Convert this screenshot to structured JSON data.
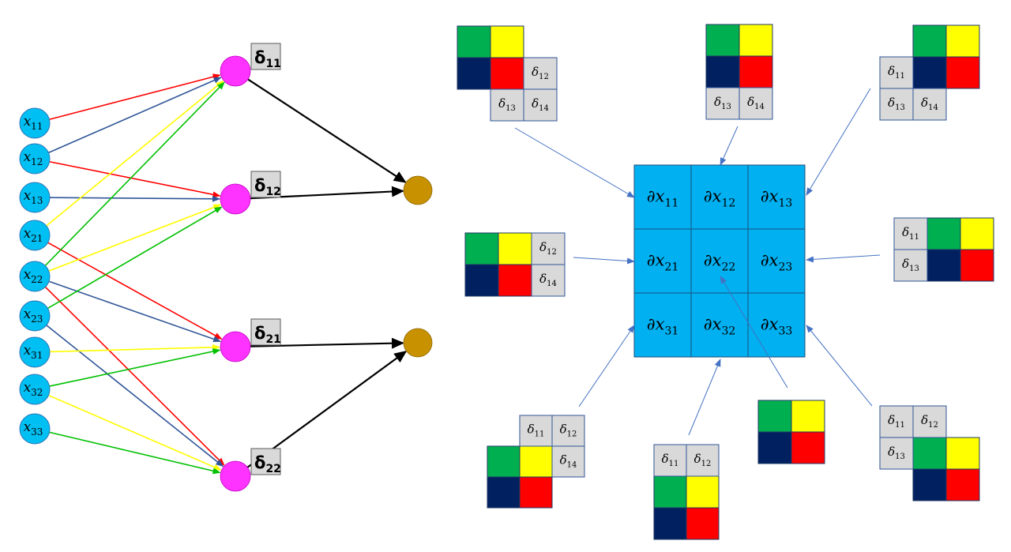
{
  "colors": {
    "input_node": "#00bff3",
    "hidden_node": "#ff33ff",
    "output_node": "#c79100",
    "cell_blue": "#00b0f0",
    "delta_gray": "#d9d9d9",
    "green": "#00b050",
    "yellow": "#ffff00",
    "navy": "#002060",
    "red": "#ff0000",
    "arrow_blue": "#4472c4",
    "edge_red": "#ff0000",
    "edge_blue": "#2f5597",
    "edge_yellow": "#ffff00",
    "edge_green": "#00c000",
    "edge_black": "#000000"
  },
  "network": {
    "inputs": [
      {
        "id": "x11",
        "base": "x",
        "sub": "11"
      },
      {
        "id": "x12",
        "base": "x",
        "sub": "12"
      },
      {
        "id": "x13",
        "base": "x",
        "sub": "13"
      },
      {
        "id": "x21",
        "base": "x",
        "sub": "21"
      },
      {
        "id": "x22",
        "base": "x",
        "sub": "22"
      },
      {
        "id": "x23",
        "base": "x",
        "sub": "23"
      },
      {
        "id": "x31",
        "base": "x",
        "sub": "31"
      },
      {
        "id": "x32",
        "base": "x",
        "sub": "32"
      },
      {
        "id": "x33",
        "base": "x",
        "sub": "33"
      }
    ],
    "hidden": [
      {
        "id": "h11",
        "delta_base": "δ",
        "delta_sub": "11"
      },
      {
        "id": "h12",
        "delta_base": "δ",
        "delta_sub": "12"
      },
      {
        "id": "h21",
        "delta_base": "δ",
        "delta_sub": "21"
      },
      {
        "id": "h22",
        "delta_base": "δ",
        "delta_sub": "22"
      }
    ],
    "outputs": [
      {
        "id": "o1"
      },
      {
        "id": "o2"
      }
    ],
    "edges": [
      {
        "from": "x11",
        "to": "h11",
        "color": "red"
      },
      {
        "from": "x12",
        "to": "h11",
        "color": "blue"
      },
      {
        "from": "x12",
        "to": "h12",
        "color": "red"
      },
      {
        "from": "x13",
        "to": "h12",
        "color": "blue"
      },
      {
        "from": "x21",
        "to": "h11",
        "color": "yellow"
      },
      {
        "from": "x21",
        "to": "h21",
        "color": "red"
      },
      {
        "from": "x22",
        "to": "h11",
        "color": "green"
      },
      {
        "from": "x22",
        "to": "h12",
        "color": "yellow"
      },
      {
        "from": "x22",
        "to": "h21",
        "color": "blue"
      },
      {
        "from": "x22",
        "to": "h22",
        "color": "red"
      },
      {
        "from": "x23",
        "to": "h12",
        "color": "green"
      },
      {
        "from": "x23",
        "to": "h22",
        "color": "blue"
      },
      {
        "from": "x31",
        "to": "h21",
        "color": "yellow"
      },
      {
        "from": "x32",
        "to": "h21",
        "color": "green"
      },
      {
        "from": "x32",
        "to": "h22",
        "color": "yellow"
      },
      {
        "from": "x33",
        "to": "h22",
        "color": "green"
      },
      {
        "from": "h11",
        "to": "o1",
        "color": "black"
      },
      {
        "from": "h12",
        "to": "o1",
        "color": "black"
      },
      {
        "from": "h21",
        "to": "o2",
        "color": "black"
      },
      {
        "from": "h22",
        "to": "o2",
        "color": "black"
      }
    ]
  },
  "grid": {
    "cells": [
      {
        "sym": "∂",
        "base": "x",
        "sub": "11"
      },
      {
        "sym": "∂",
        "base": "x",
        "sub": "12"
      },
      {
        "sym": "∂",
        "base": "x",
        "sub": "13"
      },
      {
        "sym": "∂",
        "base": "x",
        "sub": "21"
      },
      {
        "sym": "∂",
        "base": "x",
        "sub": "22"
      },
      {
        "sym": "∂",
        "base": "x",
        "sub": "23"
      },
      {
        "sym": "∂",
        "base": "x",
        "sub": "31"
      },
      {
        "sym": "∂",
        "base": "x",
        "sub": "32"
      },
      {
        "sym": "∂",
        "base": "x",
        "sub": "33"
      }
    ]
  },
  "kernels": [
    {
      "id": "k-top-left",
      "target": "x11",
      "deltas": {
        "12": "δ12",
        "13": "δ13",
        "14": "δ14"
      }
    },
    {
      "id": "k-top-center",
      "target": "x12",
      "deltas": {
        "13": "δ13",
        "14": "δ14"
      }
    },
    {
      "id": "k-top-right",
      "target": "x13",
      "deltas": {
        "11": "δ11",
        "13": "δ13",
        "14": "δ14"
      }
    },
    {
      "id": "k-middle-left",
      "target": "x21",
      "deltas": {
        "12": "δ12",
        "14": "δ14"
      }
    },
    {
      "id": "k-center",
      "target": "x22",
      "deltas": {}
    },
    {
      "id": "k-middle-right",
      "target": "x23",
      "deltas": {
        "11": "δ11",
        "13": "δ13"
      }
    },
    {
      "id": "k-bottom-left",
      "target": "x31",
      "deltas": {
        "11": "δ11",
        "12": "δ12",
        "14": "δ14"
      }
    },
    {
      "id": "k-bottom-center",
      "target": "x32",
      "deltas": {
        "11": "δ11",
        "12": "δ12"
      }
    },
    {
      "id": "k-bottom-right",
      "target": "x33",
      "deltas": {
        "11": "δ11",
        "12": "δ12",
        "13": "δ13"
      }
    }
  ]
}
